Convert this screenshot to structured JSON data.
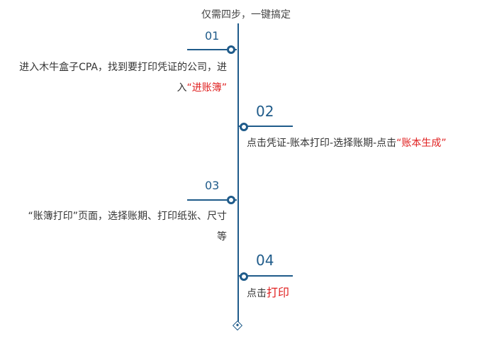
{
  "title": "仅需四步，一键搞定",
  "accent_color": "#1f5b8a",
  "highlight_color": "#e02020",
  "steps": [
    {
      "number": "01",
      "side": "left",
      "text_before": "进入木牛盒子CPA，找到要打印凭证的公司，进入",
      "highlight": "“进账簿”",
      "text_after": ""
    },
    {
      "number": "02",
      "side": "right",
      "text_before": "点击凭证-账本打印-选择账期-点击",
      "highlight": "“账本生成”",
      "text_after": ""
    },
    {
      "number": "03",
      "side": "left",
      "text_before": "“账簿打印”页面，选择账期、打印纸张、尺寸等",
      "highlight": "",
      "text_after": ""
    },
    {
      "number": "04",
      "side": "right",
      "text_before": "点击",
      "highlight": "打印",
      "text_after": ""
    }
  ]
}
